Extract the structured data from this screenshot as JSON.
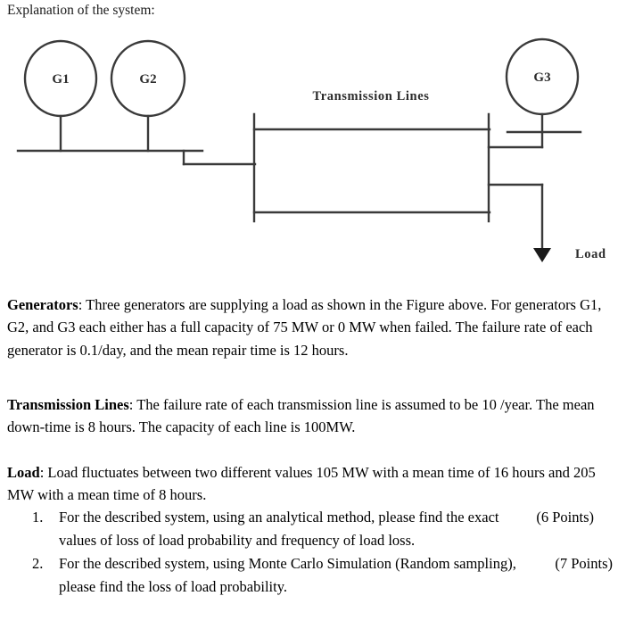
{
  "document": {
    "intro": "Explanation of the system:"
  },
  "figure": {
    "name": "power-system-single-line-diagram",
    "generators": [
      {
        "id": "g1",
        "label": "G1"
      },
      {
        "id": "g2",
        "label": "G2"
      },
      {
        "id": "g3",
        "label": "G3"
      }
    ],
    "transmission_label": "Transmission Lines",
    "load_label": "Load",
    "line_color": "#3a3a3a"
  },
  "sections": {
    "generators": {
      "heading": "Generators",
      "body": ": Three generators are supplying a load as shown in the Figure above. For generators G1, G2, and G3 each either has a full capacity of 75 MW or 0 MW when failed. The failure rate of each generator is 0.1/day, and the mean repair time is 12 hours."
    },
    "transmission": {
      "heading": "Transmission Lines",
      "body": ": The failure rate of each transmission line is assumed to be 10 /year. The mean down-time is 8 hours. The capacity of each line is 100MW."
    },
    "load": {
      "heading": "Load",
      "body": ": Load fluctuates between two different values 105 MW with a mean time of 16 hours and 205 MW with a mean time of 8 hours."
    }
  },
  "questions": [
    {
      "number": "1.",
      "text": "For the described system, using an analytical method, please find the exact values of loss of load probability and frequency of load loss.",
      "points": "(6 Points)"
    },
    {
      "number": "2.",
      "text": "For the described system, using Monte Carlo Simulation (Random sampling), please find the loss of load probability.",
      "points": "(7 Points)"
    }
  ]
}
